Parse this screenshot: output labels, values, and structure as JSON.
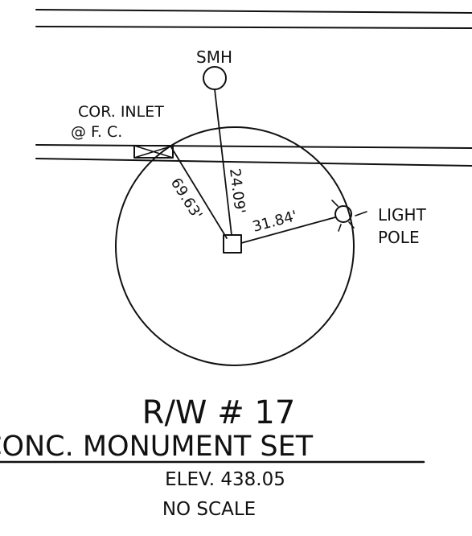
{
  "labels": {
    "smh": "SMH",
    "inlet_line1": "COR. INLET",
    "inlet_line2": "@ F. C.",
    "light_line1": "LIGHT",
    "light_line2": "POLE"
  },
  "measurements": {
    "to_inlet": "69.63'",
    "to_smh": "24.09'",
    "to_light_pole": "31.84'"
  },
  "title_block": {
    "title": "R/W # 17",
    "subtitle": "CONC. MONUMENT SET",
    "elevation": "ELEV. 438.05",
    "scale": "NO SCALE"
  },
  "colors": {
    "ink": "#111111",
    "paper": "#ffffff"
  }
}
